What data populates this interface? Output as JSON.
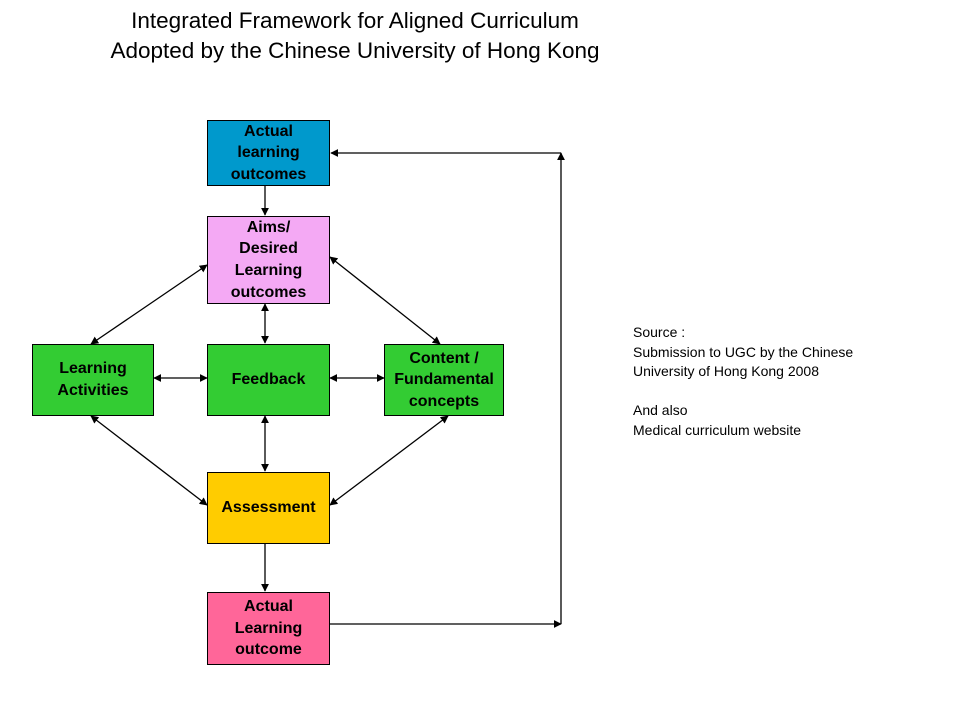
{
  "title": {
    "line1": "Integrated Framework for Aligned Curriculum",
    "line2": "Adopted by the Chinese University of Hong Kong"
  },
  "boxes": {
    "actual_top": {
      "label": "Actual\nlearning\noutcomes",
      "color": "#0099CC"
    },
    "aims": {
      "label": "Aims/\nDesired\nLearning\noutcomes",
      "color": "#F4A9F4"
    },
    "learning_activities": {
      "label": "Learning\nActivities",
      "color": "#33CC33"
    },
    "feedback": {
      "label": "Feedback",
      "color": "#33CC33"
    },
    "content": {
      "label": "Content /\nFundamental\nconcepts",
      "color": "#33CC33"
    },
    "assessment": {
      "label": "Assessment",
      "color": "#FFCC00"
    },
    "actual_bottom": {
      "label": "Actual\nLearning\noutcome",
      "color": "#FF6699"
    }
  },
  "source": {
    "lines": [
      "Source :",
      "Submission to UGC by the Chinese",
      "University of Hong Kong 2008",
      "",
      "And also",
      "Medical curriculum website"
    ]
  }
}
